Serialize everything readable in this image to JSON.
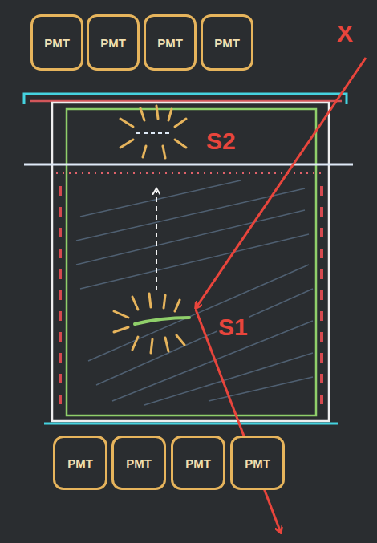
{
  "diagram": {
    "nodes": [
      {
        "text": [
          "PMT"
        ]
      },
      {
        "text": [
          "PMT"
        ]
      },
      {
        "text": [
          "PMT"
        ]
      },
      {
        "text": [
          "PMT"
        ]
      },
      {
        "text": [
          "PMT"
        ]
      },
      {
        "text": [
          "PMT"
        ]
      },
      {
        "text": [
          "PMT"
        ]
      },
      {
        "text": [
          "PMT"
        ]
      }
    ],
    "labels": [
      "X",
      "S1",
      "S2"
    ]
  }
}
